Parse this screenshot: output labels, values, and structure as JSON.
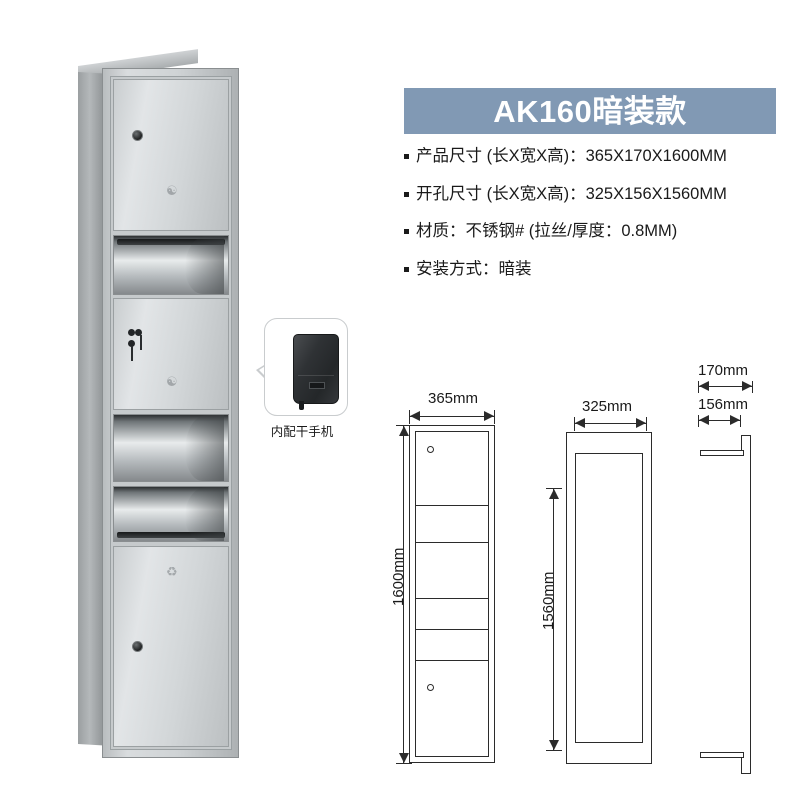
{
  "header": {
    "title": "AK160暗装款",
    "banner_color": "#8199b4",
    "text_color": "#ffffff"
  },
  "specs": [
    {
      "label": "产品尺寸 (长X宽X高)：365X170X1600MM"
    },
    {
      "label": "开孔尺寸 (长X宽X高)：325X156X1560MM"
    },
    {
      "label": "材质：不锈钢# (拉丝/厚度：0.8MM)"
    },
    {
      "label": "安装方式：暗装"
    }
  ],
  "callout": {
    "label": "内配干手机",
    "icon": "hand-dryer-icon"
  },
  "product_photo": {
    "alt": "不锈钢暗装多功能卫浴柜",
    "sections": [
      {
        "name": "paper-towel-door",
        "type": "door",
        "icon": "paper-towel-icon",
        "lock": true
      },
      {
        "name": "towel-dispenser-bay",
        "type": "open-bay"
      },
      {
        "name": "hand-dryer-door",
        "type": "door",
        "icon": "hand-dryer-emboss-icon",
        "lock": true,
        "keys": true
      },
      {
        "name": "dryer-outlet-bay",
        "type": "open-bay"
      },
      {
        "name": "waste-slot-bay",
        "type": "open-bay"
      },
      {
        "name": "waste-bin-door",
        "type": "door",
        "icon": "waste-bin-icon",
        "lock": true
      }
    ]
  },
  "drawings": [
    {
      "name": "front-view",
      "width_label": "365mm",
      "height_label": "1600mm",
      "panels": [
        {
          "name": "panel-top-door",
          "height_ratio": 0.235,
          "circle": true
        },
        {
          "name": "panel-dispenser",
          "height_ratio": 0.118
        },
        {
          "name": "panel-mid-door",
          "height_ratio": 0.178
        },
        {
          "name": "panel-outlet",
          "height_ratio": 0.097
        },
        {
          "name": "panel-slot",
          "height_ratio": 0.092
        },
        {
          "name": "panel-bottom-door",
          "height_ratio": 0.28,
          "circle": true
        }
      ]
    },
    {
      "name": "cutout-view",
      "width_label": "325mm",
      "height_label": "1560mm"
    },
    {
      "name": "side-view",
      "outer_depth_label": "170mm",
      "inner_depth_label": "156mm"
    }
  ],
  "colors": {
    "background": "#ffffff",
    "line": "#2b2b2b",
    "text": "#1a1a1a",
    "steel_light": "#d9dcde",
    "steel_dark": "#8f9395"
  }
}
